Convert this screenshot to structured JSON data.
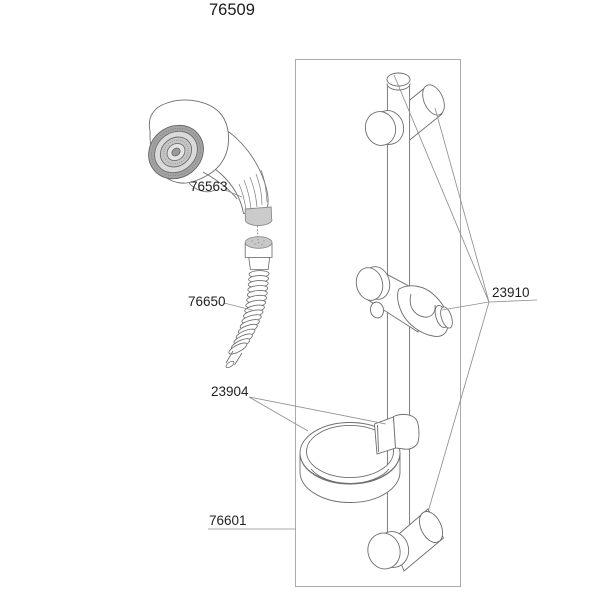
{
  "labels": {
    "assembly": "76509",
    "hand_shower": "76563",
    "hose": "76650",
    "soap_dish": "23904",
    "slide_bar": "76601",
    "brackets": "23910"
  },
  "colors": {
    "background": "#ffffff",
    "part_line": "#6e6e6e",
    "leader_line": "#8f8f8f",
    "boundary_box": "#ababab",
    "text": "#1f1f1f",
    "metal_fill": "#c9c9c9"
  }
}
